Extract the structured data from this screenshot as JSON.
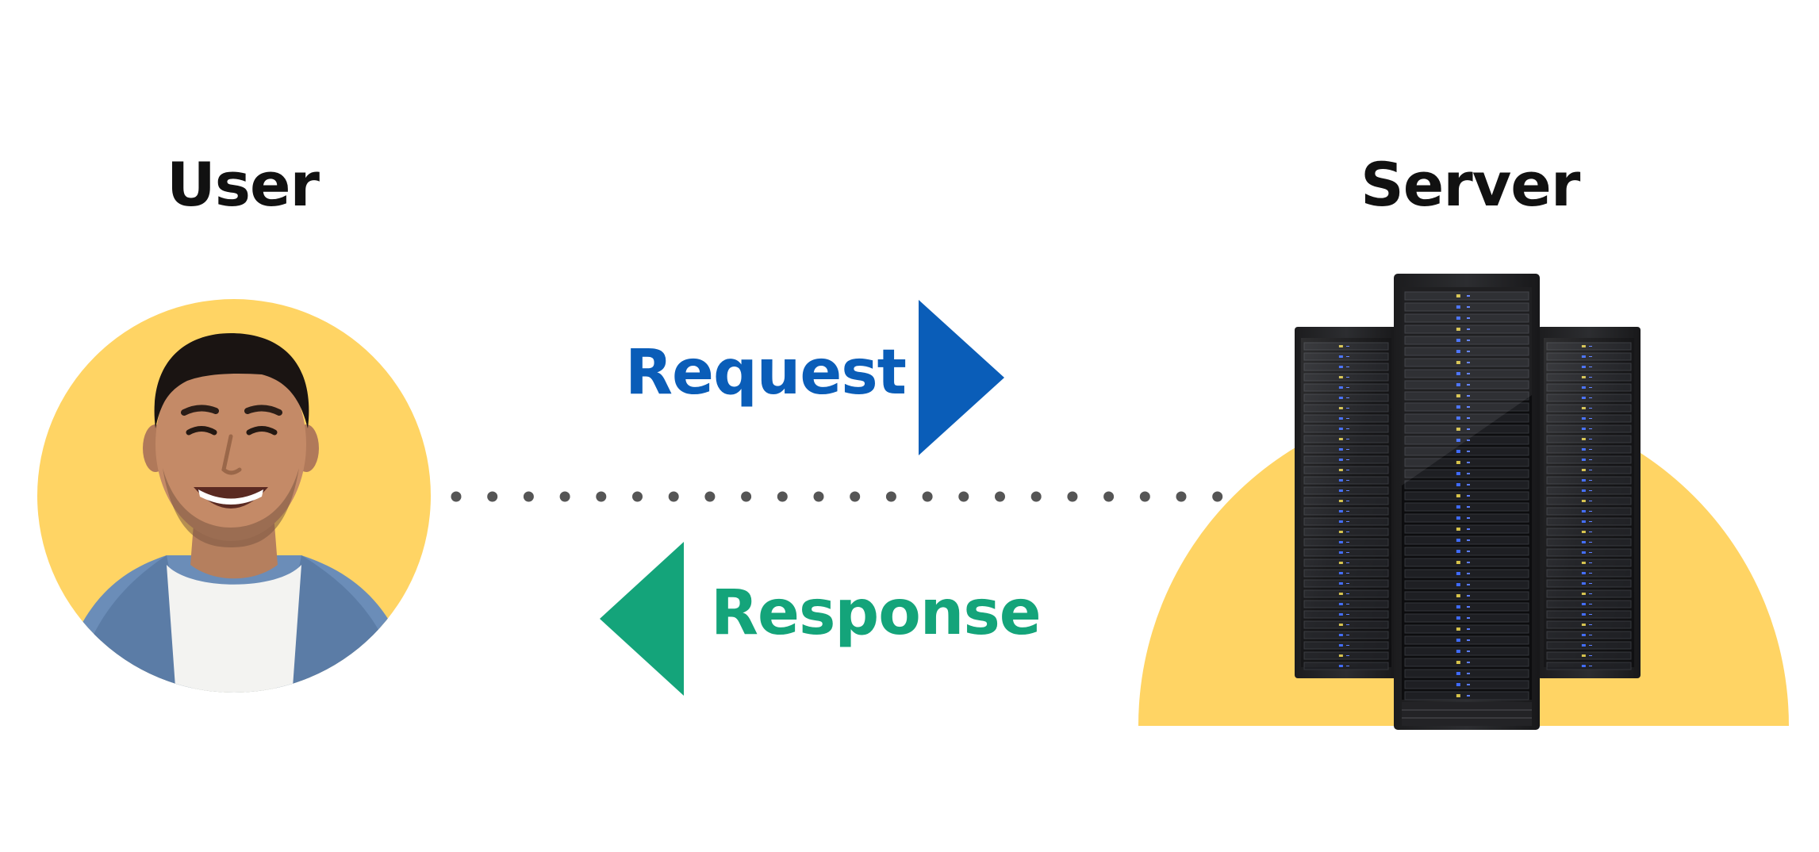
{
  "labels": {
    "user": "User",
    "server": "Server",
    "request": "Request",
    "response": "Response"
  },
  "colors": {
    "accent_yellow": "#FFD464",
    "request_blue": "#0A5DB8",
    "response_green": "#14A47A",
    "title_text": "#111111",
    "dots": "#555555"
  },
  "icons": {
    "user": "person-avatar-icon",
    "server": "server-rack-icon",
    "request_arrow": "arrow-right-icon",
    "response_arrow": "arrow-left-icon"
  }
}
